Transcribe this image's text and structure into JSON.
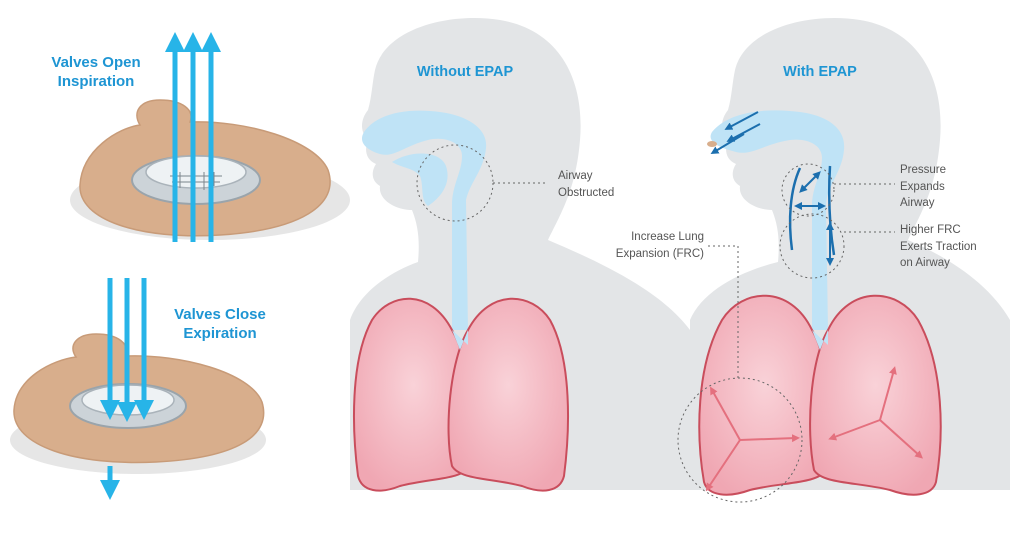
{
  "device": {
    "open_title": "Valves Open",
    "open_sub": "Inspiration",
    "close_title": "Valves Close",
    "close_sub": "Expiration"
  },
  "panel_without": {
    "title": "Without EPAP",
    "callout_line1": "Airway",
    "callout_line2": "Obstructed"
  },
  "panel_with": {
    "title": "With EPAP",
    "pressure_line1": "Pressure",
    "pressure_line2": "Expands",
    "pressure_line3": "Airway",
    "frc_line1": "Higher FRC",
    "frc_line2": "Exerts Traction",
    "frc_line3": "on Airway",
    "lung_line1": "Increase Lung",
    "lung_line2": "Expansion (FRC)"
  },
  "colors": {
    "label_blue": "#1e95d3",
    "arrow_cyan": "#27b4e8",
    "airway": "#bfe3f6",
    "lung_fill": "#f3b6c0",
    "lung_edge": "#c94d5c",
    "silhouette": "#e3e5e7",
    "patch": "#d8ae8c"
  }
}
